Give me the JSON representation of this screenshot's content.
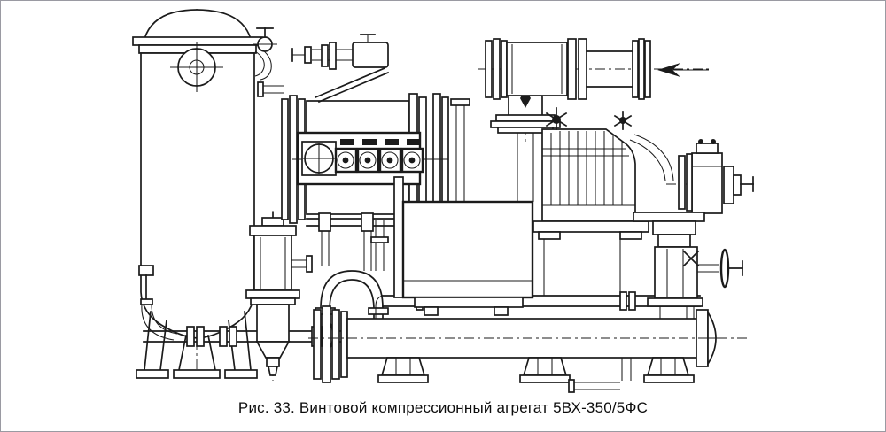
{
  "page": {
    "background_color": "#ffffff",
    "border_color": "#9a9aa2",
    "line_color": "#1b1b1b",
    "text_color": "#0d0d0d"
  },
  "figure": {
    "kind": "technical-line-drawing",
    "subject": "screw compressor unit side view",
    "flow_arrow_direction": "left"
  },
  "caption": {
    "text": "Рис. 33. Винтовой компрессионный агрегат 5ВХ-350/5ФС",
    "figure_label": "Рис. 33.",
    "title": "Винтовой компрессионный агрегат 5ВХ-350/5ФС"
  }
}
